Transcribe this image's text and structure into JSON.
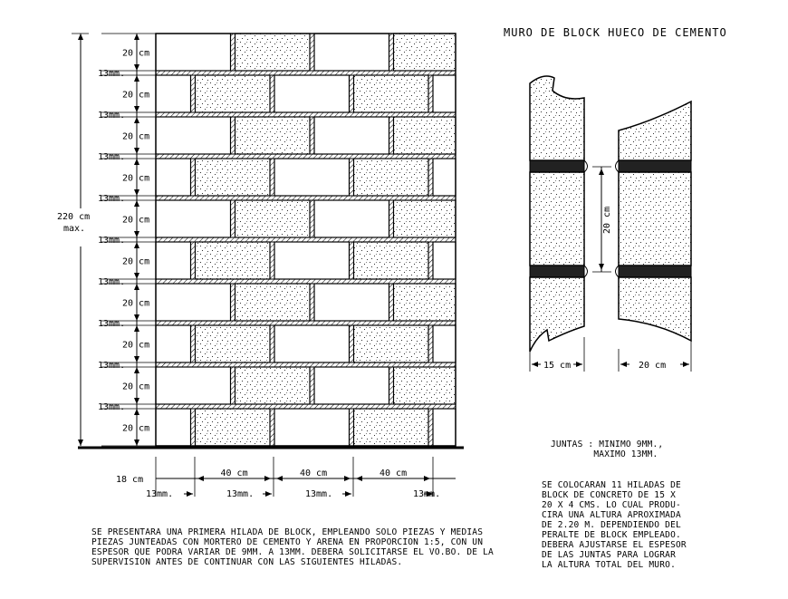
{
  "title": "MURO DE BLOCK HUECO DE CEMENTO",
  "wall": {
    "courses": 10,
    "course_height_label": "20 cm",
    "joint_label": "13mm.",
    "total_height_label_line1": "220 cm",
    "total_height_label_line2": "max."
  },
  "bottom_dims": {
    "first_label": "18 cm",
    "block_label": "40 cm",
    "joint_label": "13mm."
  },
  "section": {
    "height_label": "20 cm",
    "left_width_label": "15 cm",
    "right_width_label": "20 cm"
  },
  "notes": {
    "juntas": "JUNTAS : MINIMO 9mm.,\n        MAXIMO 13mm.",
    "hiladas": "SE COLOCARAN 11 HILADAS DE\nBLOCK DE CONCRETO DE 15 x\n20 x 4 cms. LO CUAL PRODU-\nCIRA UNA ALTURA APROXIMADA\nDE 2.20 m. DEPENDIENDO DEL\nPERALTE DE BLOCK EMPLEADO.\nDEBERA AJUSTARSE EL ESPESOR\nDE LAS JUNTAS PARA LOGRAR\nLA ALTURA TOTAL DEL MURO.",
    "primera": "SE PRESENTARA UNA PRIMERA HILADA DE BLOCK, EMPLEANDO SOLO PIEZAS Y MEDIAS\nPIEZAS JUNTEADAS CON MORTERO DE CEMENTO Y ARENA EN PROPORCION 1:5, CON UN\nESPESOR QUE PODRA VARIAR DE 9mm. A 13mm. DEBERA SOLICITARSE EL Vo.Bo. DE LA\nSUPERVISION ANTES DE CONTINUAR CON LAS SIGUIENTES HILADAS."
  }
}
